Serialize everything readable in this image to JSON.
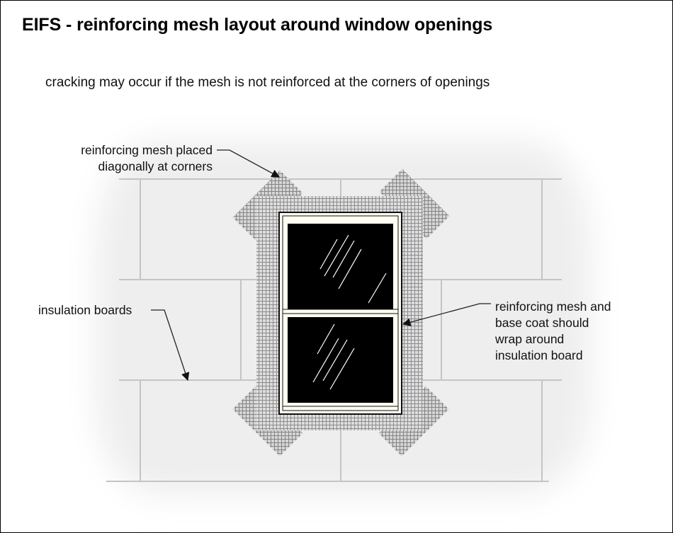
{
  "title": "EIFS - reinforcing mesh layout around window openings",
  "subtitle": "cracking may occur if the mesh is not reinforced at the corners of openings",
  "callouts": {
    "diagonal_mesh": [
      "reinforcing mesh placed",
      "diagonally at corners"
    ],
    "insulation_boards": "insulation boards",
    "wrap_mesh": [
      "reinforcing mesh and",
      "base coat should",
      "wrap around",
      "insulation board"
    ]
  },
  "colors": {
    "background": "#ffffff",
    "halo": "#f2f2f2",
    "board_lines": "#c8c8c8",
    "mesh": "#8c8c8c",
    "window_frame": "#fffdf2",
    "glass": "#000000",
    "leader": "#222222"
  }
}
